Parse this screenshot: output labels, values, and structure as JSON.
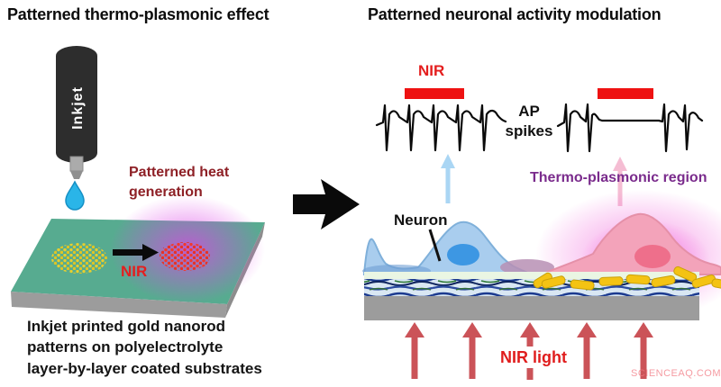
{
  "figure": {
    "left_panel": {
      "title": "Patterned thermo-plasmonic effect",
      "inkjet_label": "Inkjet",
      "heat_label": "Patterned heat\ngeneration",
      "nir_label": "NIR",
      "caption": "Inkjet printed gold nanorod\npatterns on polyelectrolyte\nlayer-by-layer coated substrates"
    },
    "right_panel": {
      "title": "Patterned neuronal activity modulation",
      "nir_label": "NIR",
      "ap_label": "AP\nspikes",
      "thermo_label": "Thermo-plasmonic region",
      "neuron_label": "Neuron",
      "nir_light_label": "NIR light"
    },
    "watermark": "SCIENCEAQ.COM"
  },
  "colors": {
    "nir_text_red": "#e41e1e",
    "nir_bar_red": "#ee1212",
    "heat_text_maroon": "#8e2026",
    "thermo_text_purple": "#7a2b8c",
    "substrate_teal": "#57ab90",
    "substrate_gray": "#9c9c9c",
    "glow_magenta": "#e23ee8",
    "gold_nanorod_yellow": "#f4c313",
    "printed_dot_yellow": "#e7cf2e",
    "printed_dot_red": "#f23a2c",
    "neuron_blue": "#a9cdee",
    "neuron_blue_nucleus": "#3d97e3",
    "neuron_pink": "#f3a3ba",
    "neuron_pink_nucleus": "#ee6f8b",
    "nir_light_arrow_coral": "#cb5358",
    "stim_arrow_blue": "#aad6f4",
    "stim_arrow_pink": "#f5bdd3",
    "droplet_cyan": "#2ab5e8",
    "spike_trace_black": "#0a0a0a"
  }
}
